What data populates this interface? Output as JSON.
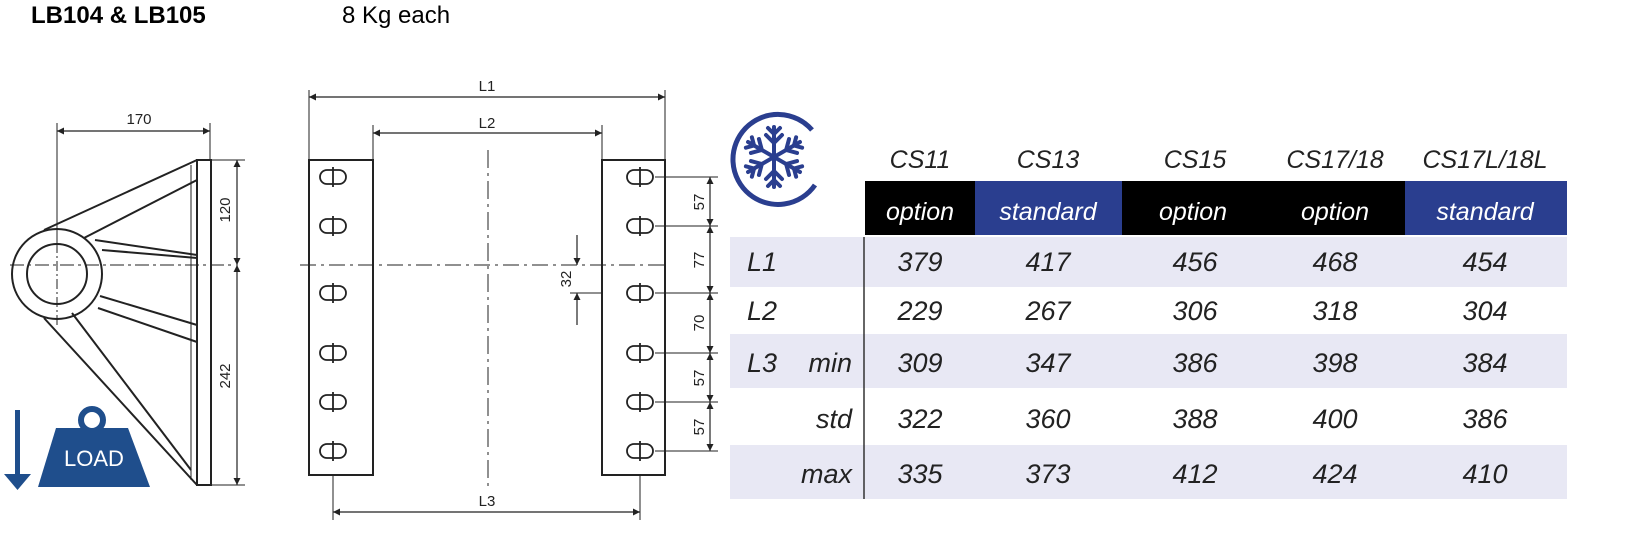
{
  "header": {
    "model": "LB104 & LB105",
    "weight": "8 Kg each"
  },
  "side_view": {
    "width_dim": "170",
    "upper_dim": "120",
    "lower_dim": "242"
  },
  "front_view": {
    "l1": "L1",
    "l2": "L2",
    "l3": "L3",
    "spacings": [
      "57",
      "77",
      "70",
      "57",
      "57"
    ],
    "offset": "32"
  },
  "load_badge": {
    "label": "LOAD"
  },
  "icons": {
    "arrow": "down-arrow-icon",
    "load": "load-weight-icon",
    "cold": "snowflake-icon"
  },
  "colors": {
    "navy": "#2a3e8f",
    "black": "#000000",
    "stripe": "#e8e8f4",
    "badge": "#1f4e8c"
  },
  "table": {
    "columns": [
      "CS11",
      "CS13",
      "CS15",
      "CS17/18",
      "CS17L/18L"
    ],
    "availability": [
      "option",
      "standard",
      "option",
      "option",
      "standard"
    ],
    "rows": [
      {
        "label": "L1",
        "sub": "",
        "values": [
          "379",
          "417",
          "456",
          "468",
          "454"
        ]
      },
      {
        "label": "L2",
        "sub": "",
        "values": [
          "229",
          "267",
          "306",
          "318",
          "304"
        ]
      },
      {
        "label": "L3",
        "sub": "min",
        "values": [
          "309",
          "347",
          "386",
          "398",
          "384"
        ]
      },
      {
        "label": "",
        "sub": "std",
        "values": [
          "322",
          "360",
          "388",
          "400",
          "386"
        ]
      },
      {
        "label": "",
        "sub": "max",
        "values": [
          "335",
          "373",
          "412",
          "424",
          "410"
        ]
      }
    ]
  }
}
